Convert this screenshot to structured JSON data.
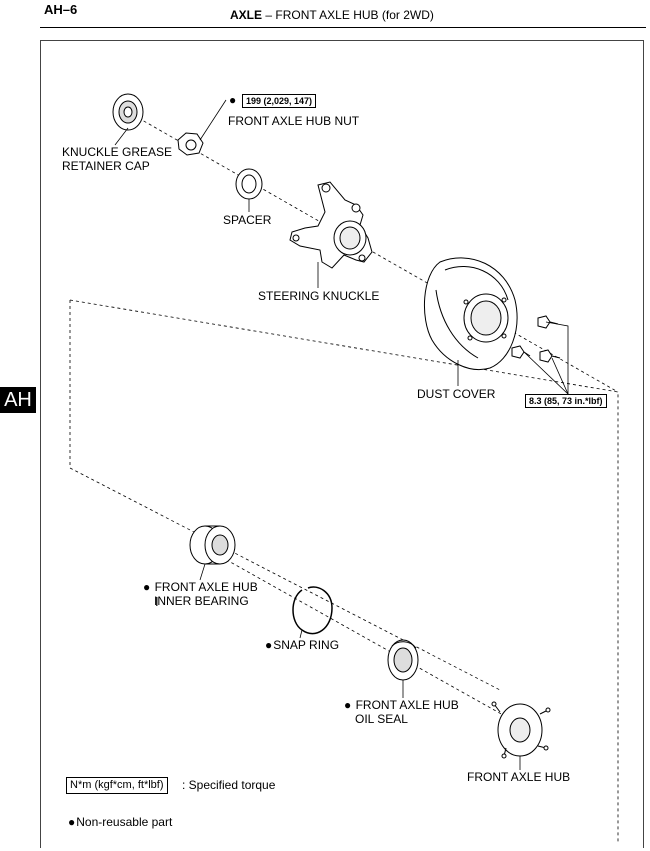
{
  "header": {
    "page_code": "AH–6",
    "section": "AXLE",
    "separator": "–",
    "title": "FRONT AXLE HUB (for 2WD)"
  },
  "side_tab": "AH",
  "parts": {
    "knuckle_grease_retainer_cap": [
      "KNUCKLE GREASE",
      "RETAINER CAP"
    ],
    "front_axle_hub_nut": "FRONT AXLE HUB NUT",
    "spacer": "SPACER",
    "steering_knuckle": "STEERING KNUCKLE",
    "dust_cover": "DUST COVER",
    "inner_bearing": [
      "FRONT AXLE HUB",
      "INNER BEARING"
    ],
    "snap_ring": "SNAP RING",
    "oil_seal": [
      "FRONT AXLE HUB",
      "OIL SEAL"
    ],
    "front_axle_hub": "FRONT AXLE HUB"
  },
  "torques": {
    "hub_nut": "199 (2,029, 147)",
    "dust_cover_bolts": "8.3 (85, 73 in.*lbf)"
  },
  "legend": {
    "torque_unit": "N*m (kgf*cm, ft*lbf)",
    "torque_desc": ": Specified torque",
    "non_reusable": "Non-reusable part"
  }
}
